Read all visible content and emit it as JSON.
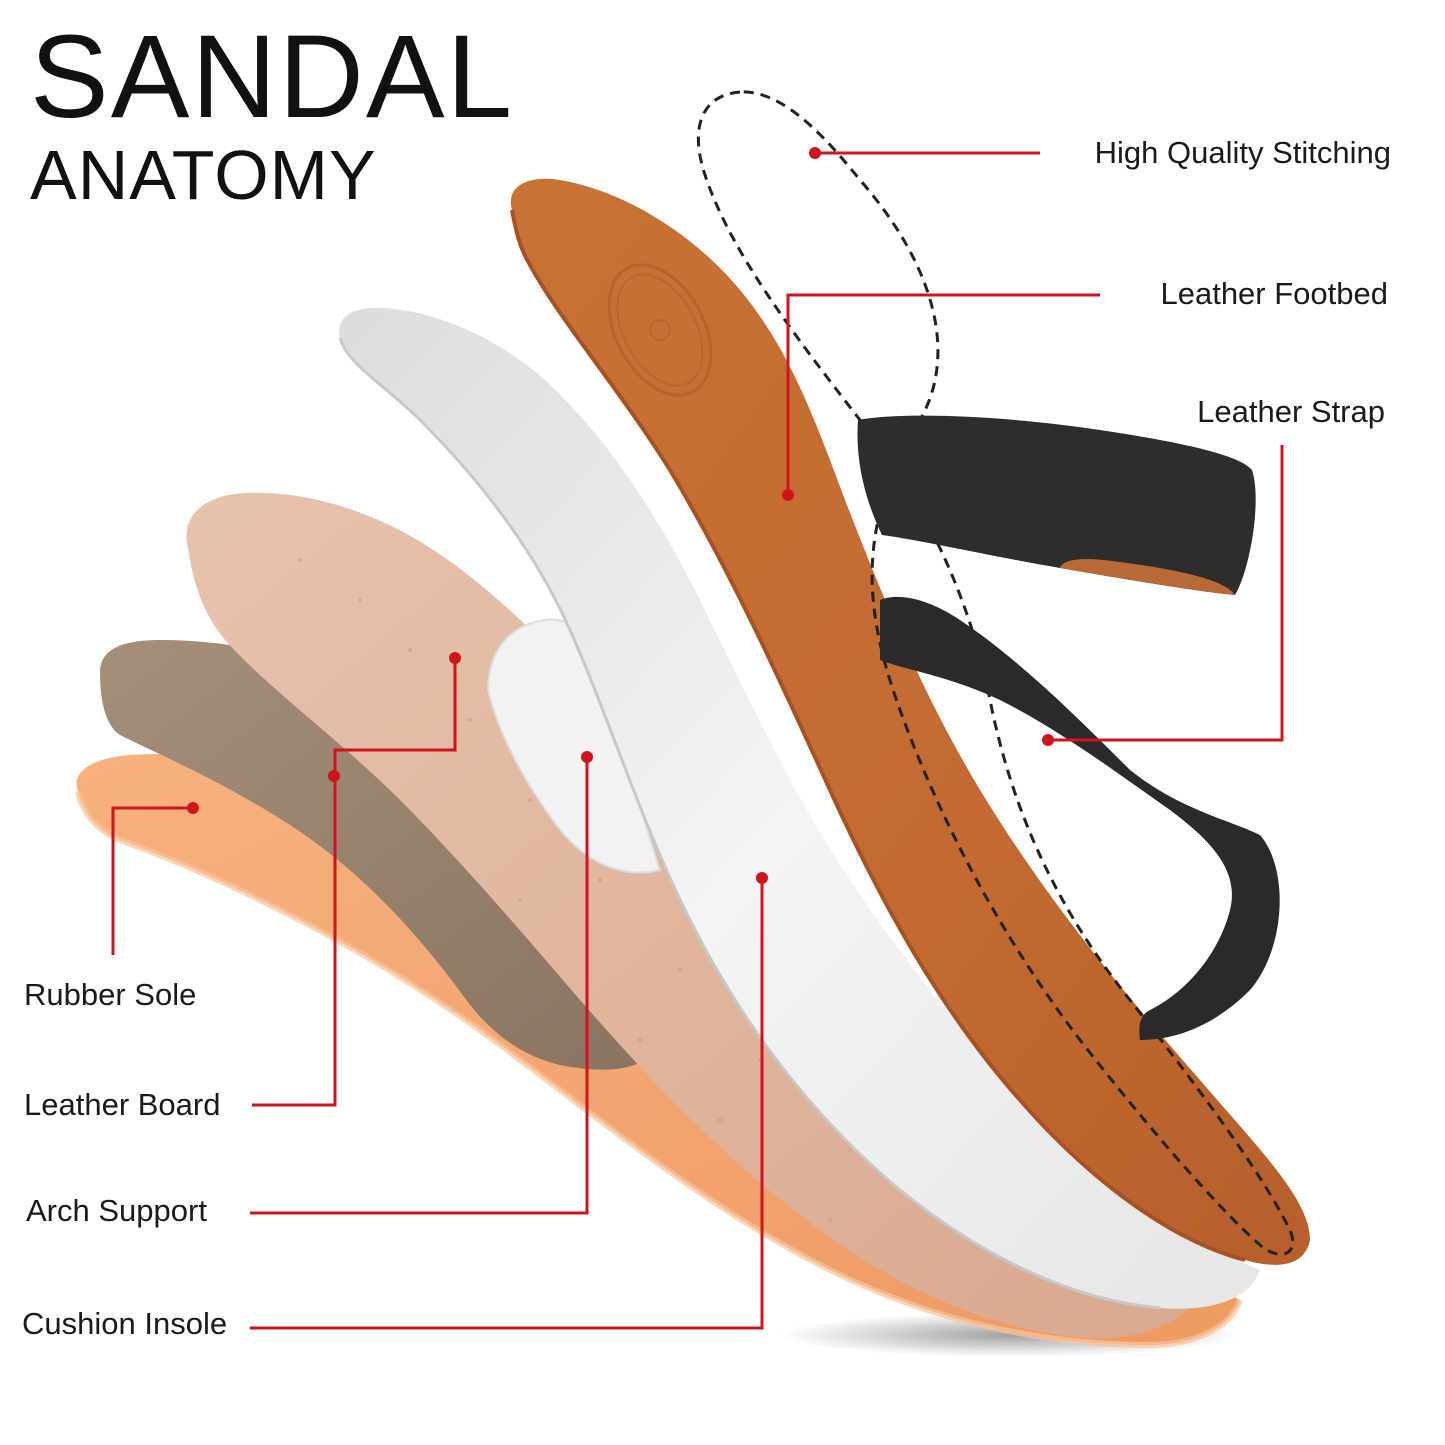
{
  "title": {
    "line1": "SANDAL",
    "line2": "ANATOMY"
  },
  "callouts": {
    "stitching": "High Quality Stitching",
    "footbed": "Leather Footbed",
    "strap": "Leather Strap",
    "rubber_sole": "Rubber Sole",
    "leather_board": "Leather Board",
    "arch_support": "Arch Support",
    "cushion_insole": "Cushion Insole"
  },
  "colors": {
    "leader": "#d0141c",
    "rubber_sole": "#f3a26e",
    "leather_board": "#9c8672",
    "cork_layer": "#e2b8a2",
    "cushion_white": "#eeeeee",
    "footbed_leather": "#c4713a",
    "strap_black": "#2b2b2b"
  }
}
